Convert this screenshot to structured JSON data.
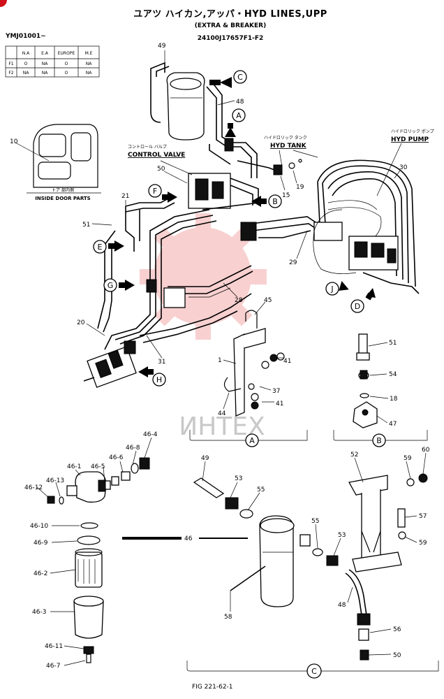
{
  "header": {
    "title": "ユアツ ハイカン,アッパ・HYD LINES,UPP",
    "subtitle": "(EXTRA & BREAKER)",
    "part_code": "24100J17657F1-F2",
    "serial": "YMJ01001~"
  },
  "table": {
    "columns": [
      "",
      "N.A",
      "E.A",
      "EUROPE",
      "M.E"
    ],
    "rows": [
      [
        "F1",
        "O",
        "NA",
        "O",
        "NA"
      ],
      [
        "F2",
        "NA",
        "NA",
        "O",
        "NA"
      ]
    ]
  },
  "labels": {
    "control_valve_jp": "コントロール バルブ",
    "control_valve": "CONTROL VALVE",
    "hyd_tank_jp": "ハイドロリック タンク",
    "hyd_tank": "HYD TANK",
    "hyd_pump_jp": "ハイドロリック ポンプ",
    "hyd_pump": "HYD PUMP",
    "door_jp": "トア 部内側",
    "inside_door": "INSIDE DOOR PARTS",
    "watermark": "ИНТЕХ",
    "fig": "FIG 221-62-1"
  },
  "views": {
    "a": "A",
    "b": "B",
    "c": "C",
    "d": "D",
    "e": "E",
    "f": "F",
    "g": "G",
    "h": "H",
    "j": "J"
  },
  "callouts": {
    "c49": "49",
    "c48": "48",
    "c10": "10",
    "c50": "50",
    "c15": "15",
    "c19": "19",
    "c30": "30",
    "c21": "21",
    "c51": "51",
    "c29": "29",
    "c28": "28",
    "c45": "45",
    "c20": "20",
    "c31": "31",
    "c1": "1",
    "c41": "41",
    "c37": "37",
    "c44": "44",
    "c51b": "51",
    "c54": "54",
    "c18": "18",
    "c47": "47",
    "c46_4": "46-4",
    "c46_8": "46-8",
    "c46_6": "46-6",
    "c46_5": "46-5",
    "c46_1": "46-1",
    "c46_13": "46-13",
    "c46_12": "46-12",
    "c46_10": "46-10",
    "c46_9": "46-9",
    "c46_2": "46-2",
    "c46_3": "46-3",
    "c46_11": "46-11",
    "c46_7": "46-7",
    "c46": "46",
    "c49b": "49",
    "c53": "53",
    "c55": "55",
    "c55b": "55",
    "c53b": "53",
    "c58": "58",
    "c52": "52",
    "c59": "59",
    "c60": "60",
    "c57": "57",
    "c59b": "59",
    "c48b": "48",
    "c56": "56",
    "c50b": "50",
    "c41b": "41"
  }
}
